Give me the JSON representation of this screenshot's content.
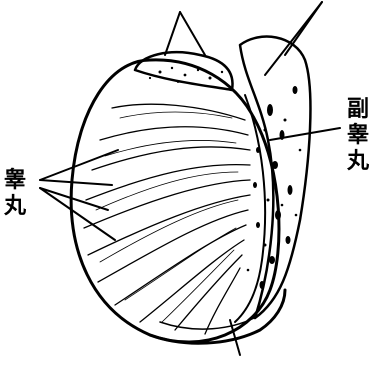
{
  "figure": {
    "left_label": [
      "睾",
      "丸"
    ],
    "right_label": [
      "副",
      "睾",
      "丸"
    ],
    "partial_bottom_label": "",
    "colors": {
      "ink": "#000000",
      "background": "#ffffff"
    }
  }
}
